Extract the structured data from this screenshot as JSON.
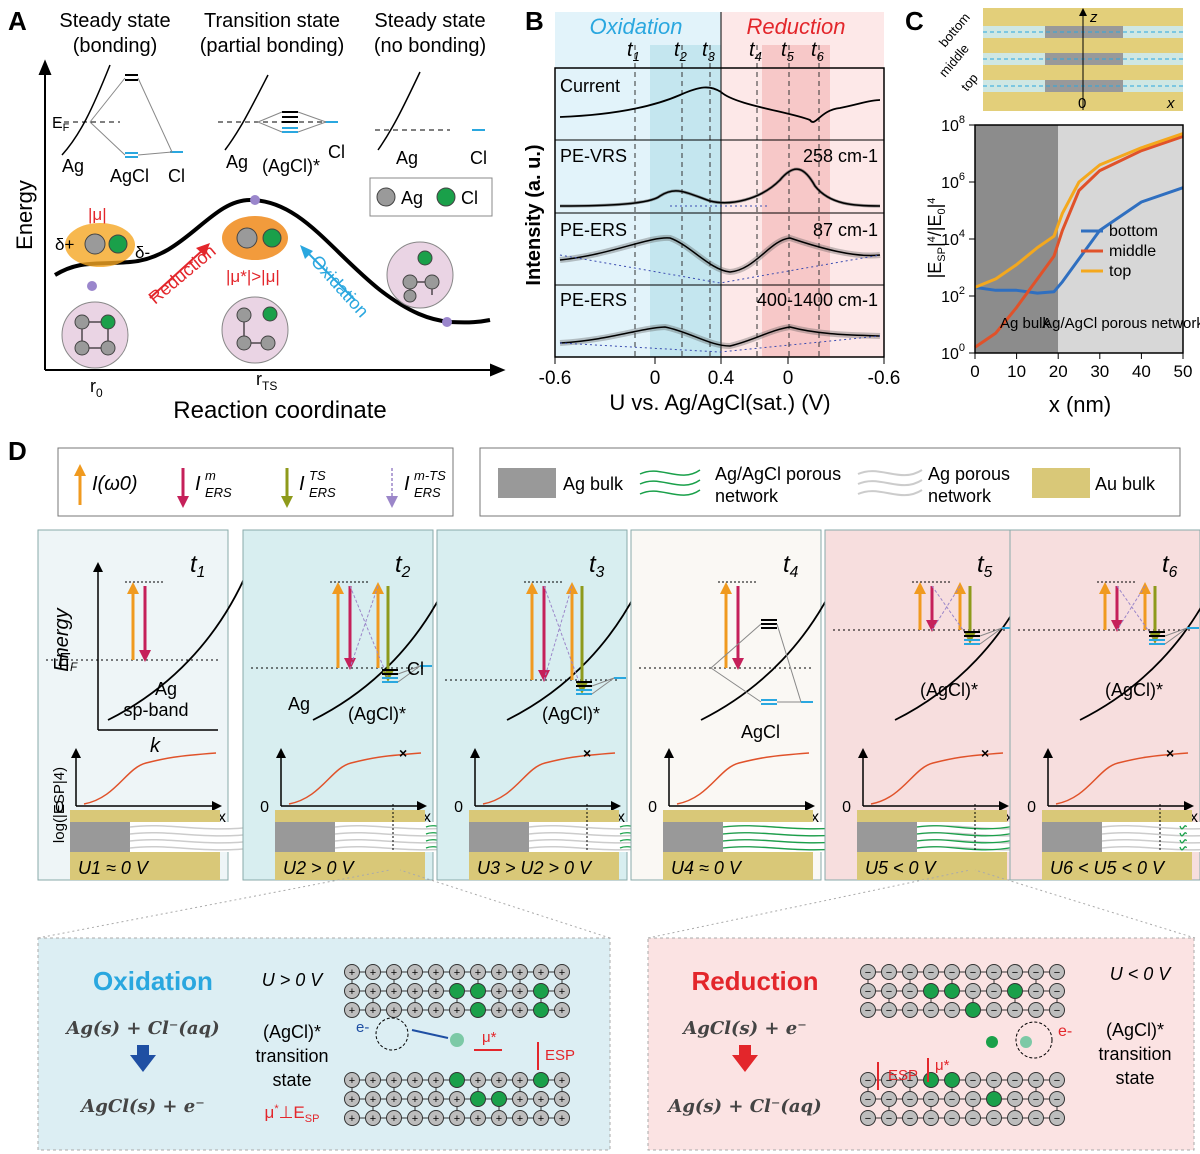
{
  "panelA": {
    "letter": "A",
    "steady1_title": "Steady state",
    "steady1_sub": "(bonding)",
    "transition_title": "Transition state",
    "transition_sub": "(partial bonding)",
    "steady2_title": "Steady state",
    "steady2_sub": "(no bonding)",
    "energy_label": "Energy",
    "ef": "EF",
    "ag": "Ag",
    "agcl": "AgCl",
    "cl": "Cl",
    "agcl_star": "(AgCl)*",
    "legend_ag": "Ag",
    "legend_cl": "Cl",
    "mu": "|μ|",
    "delta_plus": "δ+",
    "delta_minus": "δ-",
    "mu_star": "|μ*|>|μ|",
    "reduction": "Reduction",
    "oxidation": "Oxidation",
    "r0": "r0",
    "rts": "rTS",
    "xlabel": "Reaction coordinate",
    "colors": {
      "reduction": "#e3262b",
      "oxidation": "#2aa7df",
      "ag_atom": "#9a9a9a",
      "cl_atom": "#1aa04a"
    }
  },
  "panelB": {
    "letter": "B",
    "oxidation": "Oxidation",
    "reduction": "Reduction",
    "times": [
      "t1",
      "t2",
      "t3",
      "t4",
      "t5",
      "t6"
    ],
    "ylabel": "Intensity (a. u.)",
    "traces": [
      {
        "name": "Current",
        "note": ""
      },
      {
        "name": "PE-VRS",
        "note": "258 cm-1"
      },
      {
        "name": "PE-ERS",
        "note": "87 cm-1"
      },
      {
        "name": "PE-ERS",
        "note": "400-1400 cm-1"
      }
    ],
    "xticks": [
      "-0.6",
      "0",
      "0.4",
      "0",
      "-0.6"
    ],
    "xlabel": "U vs. Ag/AgCl(sat.) (V)"
  },
  "panelC": {
    "letter": "C",
    "layers": [
      "bottom",
      "middle",
      "top"
    ],
    "z": "z",
    "x": "x",
    "zero": "0",
    "ylabel": "|ESP|4/|E0|4",
    "xlabel": "x (nm)",
    "region_left": "Ag bulk",
    "region_right": "Ag/AgCl porous network",
    "legend": [
      "bottom",
      "middle",
      "top"
    ],
    "colors": {
      "bottom": "#2f6fc0",
      "middle": "#e0522a",
      "top": "#f4a81d"
    },
    "chart_data": {
      "type": "line",
      "xlim": [
        0,
        50
      ],
      "ylim_log10": [
        0,
        8
      ],
      "xticks": [
        0,
        10,
        20,
        30,
        40,
        50
      ],
      "yticks_exp": [
        0,
        2,
        4,
        6,
        8
      ],
      "series": [
        {
          "name": "bottom",
          "x": [
            0,
            5,
            10,
            15,
            19,
            21,
            25,
            30,
            40,
            50
          ],
          "log10y": [
            2.3,
            2.2,
            2.2,
            2.1,
            2.15,
            2.5,
            3.3,
            4.3,
            5.3,
            5.8
          ]
        },
        {
          "name": "middle",
          "x": [
            0,
            5,
            10,
            15,
            19,
            21,
            25,
            30,
            40,
            50
          ],
          "log10y": [
            0.2,
            0.7,
            1.6,
            2.6,
            3.4,
            4.3,
            5.7,
            6.4,
            7.1,
            7.6
          ]
        },
        {
          "name": "top",
          "x": [
            0,
            5,
            10,
            15,
            19,
            21,
            25,
            30,
            40,
            50
          ],
          "log10y": [
            2.3,
            2.6,
            3.1,
            3.7,
            4.1,
            4.9,
            6.0,
            6.6,
            7.2,
            7.7
          ]
        }
      ]
    }
  },
  "panelD": {
    "letter": "D",
    "legend1": [
      {
        "sym": "I(ω0)",
        "color": "#f09a1f"
      },
      {
        "sym": "I m ERS",
        "color": "#c5205a"
      },
      {
        "sym": "I TS ERS",
        "color": "#8e9a1b"
      },
      {
        "sym": "I m-TS ERS",
        "color": "#9b86c9"
      }
    ],
    "legend2": [
      {
        "label": "Ag bulk"
      },
      {
        "label": "Ag/AgCl porous network"
      },
      {
        "label": "Ag porous network"
      },
      {
        "label": "Au bulk"
      }
    ],
    "states": [
      {
        "t": "t1",
        "u": "U1 ≈ 0 V",
        "label1": "Ag",
        "label2": "sp-band",
        "bg": "#eef5f7"
      },
      {
        "t": "t2",
        "u": "U2 > 0 V",
        "label1": "Ag",
        "label2": "(AgCl)*",
        "extra": "Cl",
        "bg": "#d8eef0"
      },
      {
        "t": "t3",
        "u": "U3 > U2 > 0 V",
        "label1": "",
        "label2": "(AgCl)*",
        "bg": "#d8eef0"
      },
      {
        "t": "t4",
        "u": "U4 ≈ 0 V",
        "label1": "",
        "label2": "AgCl",
        "bg": "#faf8f4"
      },
      {
        "t": "t5",
        "u": "U5 < 0 V",
        "label1": "",
        "label2": "(AgCl)*",
        "bg": "#f7dede"
      },
      {
        "t": "t6",
        "u": "U6 < U5 < 0 V",
        "label1": "",
        "label2": "(AgCl)*",
        "bg": "#f7dede"
      }
    ],
    "energy": "Energy",
    "ef": "EF",
    "k": "k",
    "logE": "log(|ESP|4)",
    "x": "x",
    "zero": "0"
  },
  "oxidation_box": {
    "title": "Oxidation",
    "u": "U > 0 V",
    "eq1": "Ag(s) + Cl⁻(aq)",
    "eq2": "AgCl(s) + e⁻",
    "ts1": "(AgCl)*",
    "ts2": "transition",
    "ts3": "state",
    "perp": "μ*⊥ESP",
    "mu": "μ*",
    "esp": "ESP",
    "e": "e-",
    "bg": "#dceef3",
    "title_color": "#2aa7df"
  },
  "reduction_box": {
    "title": "Reduction",
    "u": "U < 0 V",
    "eq1": "AgCl(s) + e⁻",
    "eq2": "Ag(s) + Cl⁻(aq)",
    "ts1": "(AgCl)*",
    "ts2": "transition",
    "ts3": "state",
    "mu": "μ*",
    "esp": "ESP",
    "e": "e-",
    "bg": "#fbe3e3",
    "title_color": "#e3262b"
  }
}
